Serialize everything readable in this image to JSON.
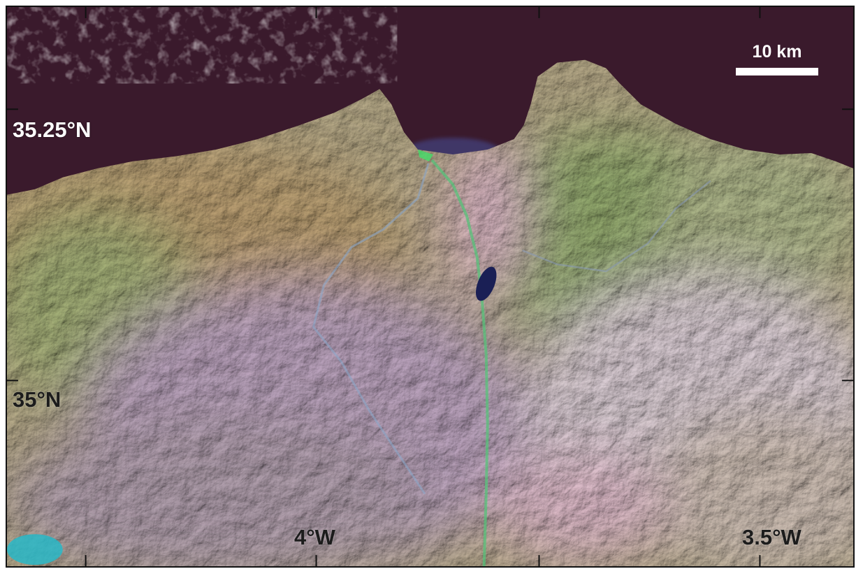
{
  "map": {
    "scale_bar": {
      "label": "10 km"
    },
    "latitude_labels": {
      "upper": "35.25°N",
      "lower": "35°N"
    },
    "longitude_labels": {
      "left": "4°W",
      "right": "3.5°W"
    },
    "colors": {
      "sea": "#3a1a2c",
      "mountains": "#9a8f6a",
      "valley_green": "#6f9a4e",
      "highland_mauve": "#a98ea3",
      "plain_pink": "#c9a7b3",
      "lake": "#1a1f55",
      "river_green": "#4fd86a",
      "frame": "#111111",
      "label_light": "#ffffff",
      "label_dark": "#1c1c1c"
    }
  }
}
